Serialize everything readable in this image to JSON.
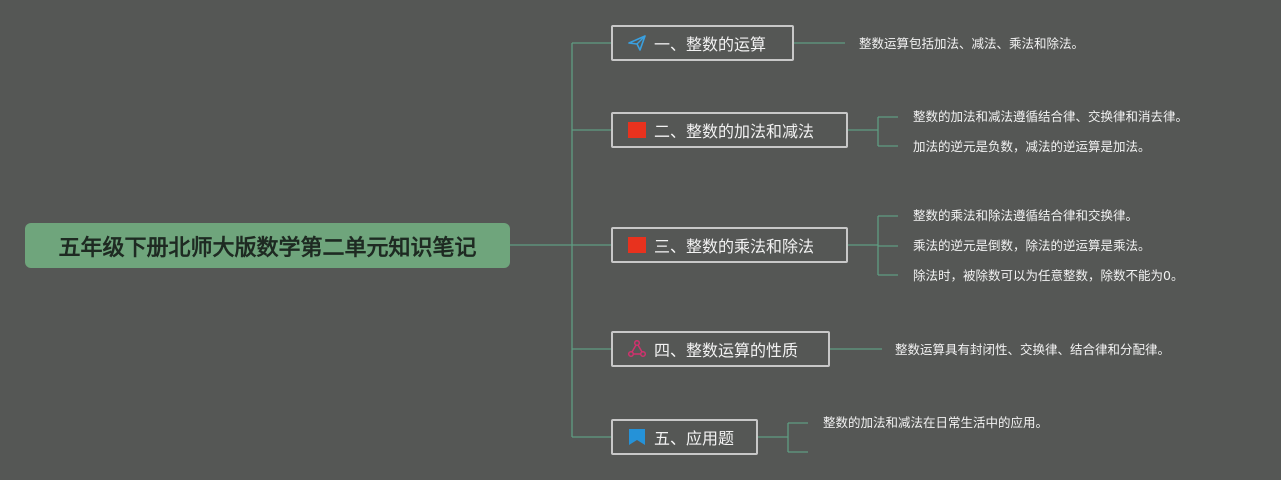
{
  "root": {
    "title": "五年级下册北师大版数学第二单元知识笔记"
  },
  "topics": [
    {
      "label": "一、整数的运算",
      "icon": "paper-plane-icon",
      "notes": [
        "整数运算包括加法、减法、乘法和除法。"
      ]
    },
    {
      "label": "二、整数的加法和减法",
      "icon": "red-square-flag-icon",
      "notes": [
        "整数的加法和减法遵循结合律、交换律和消去律。",
        "加法的逆元是负数，减法的逆运算是加法。"
      ]
    },
    {
      "label": "三、整数的乘法和除法",
      "icon": "red-square-flag-icon",
      "notes": [
        "整数的乘法和除法遵循结合律和交换律。",
        "乘法的逆元是倒数，除法的逆运算是乘法。",
        "除法时，被除数可以为任意整数，除数不能为0。"
      ]
    },
    {
      "label": "四、整数运算的性质",
      "icon": "share-nodes-icon",
      "notes": [
        "整数运算具有封闭性、交换律、结合律和分配律。"
      ]
    },
    {
      "label": "五、应用题",
      "icon": "blue-flag-icon",
      "notes": [
        "整数的加法和减法在日常生活中的应用。",
        ""
      ]
    }
  ],
  "colors": {
    "line": "#5f9d82",
    "root_fill": "#6fa57c",
    "background": "#555755",
    "border": "#c8c8c8"
  }
}
